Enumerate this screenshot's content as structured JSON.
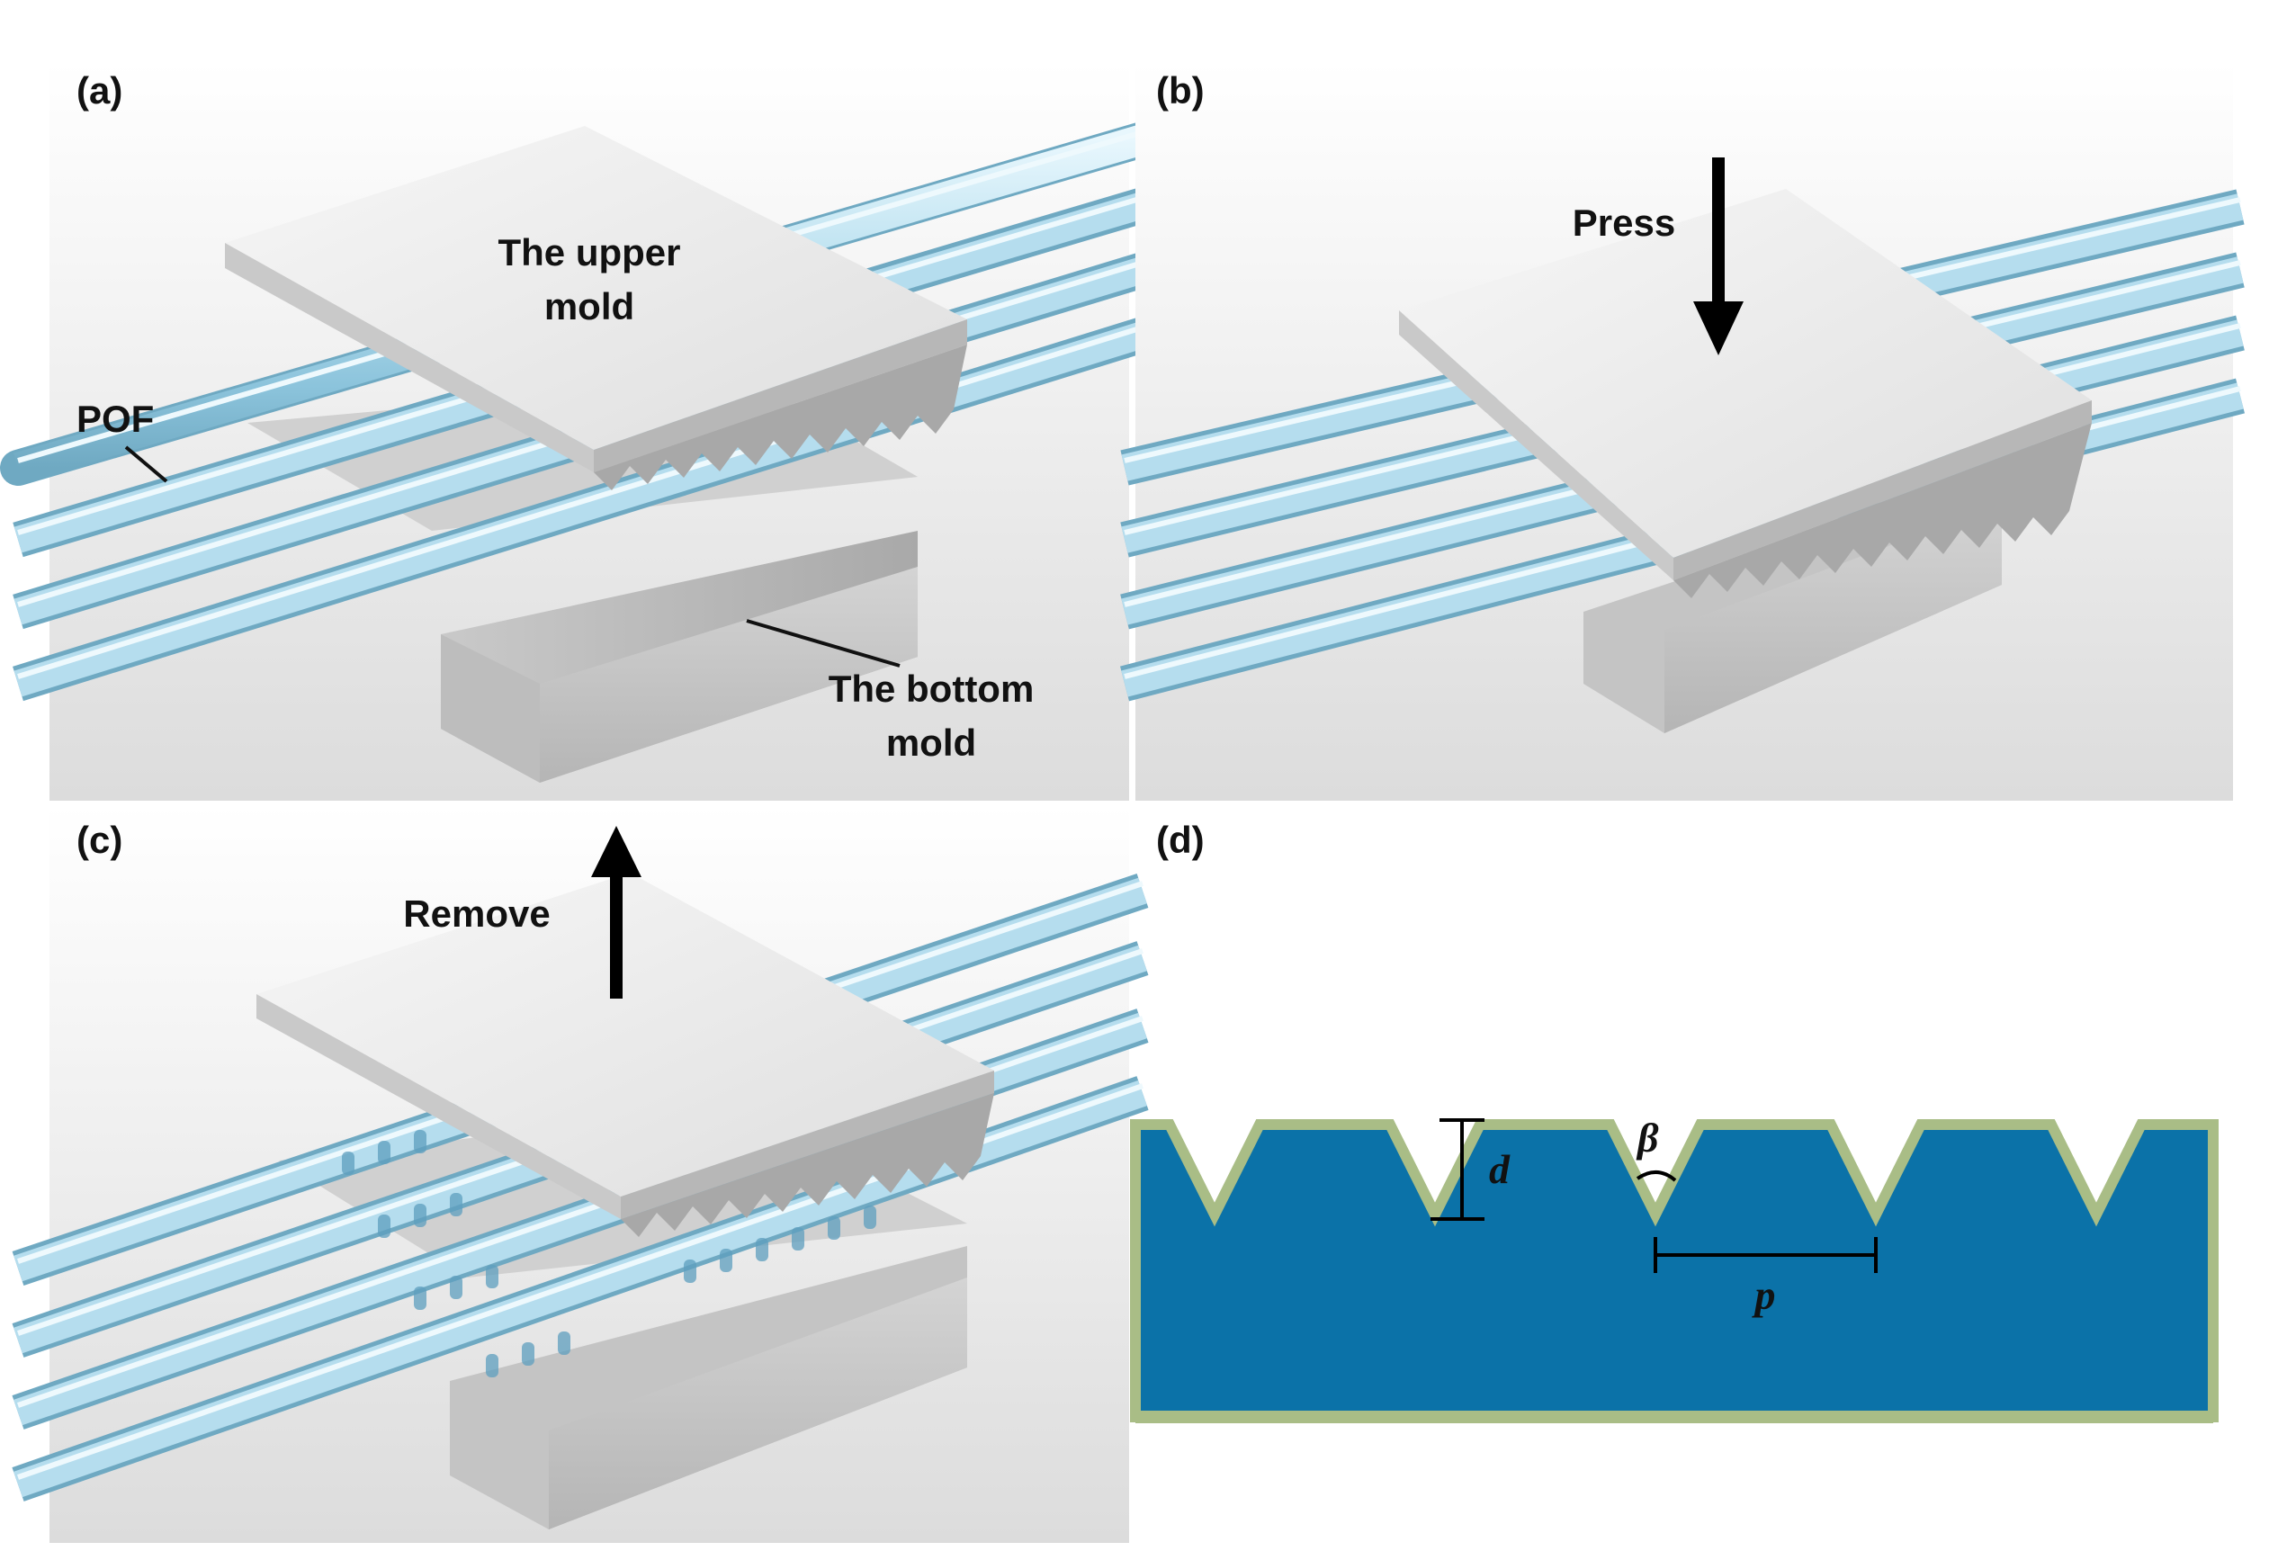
{
  "figure": {
    "panels": [
      {
        "label": "(a)",
        "callouts": [
          "The upper",
          "mold",
          "POF",
          "The bottom",
          "mold"
        ]
      },
      {
        "label": "(b)",
        "callouts": [
          "Press"
        ]
      },
      {
        "label": "(c)",
        "callouts": [
          "Remove"
        ]
      },
      {
        "label": "(d)",
        "symbols": [
          "d",
          "β",
          "p"
        ]
      }
    ],
    "colors": {
      "fiber": "#a9d6e8",
      "fiber_highlight": "#e6f6fc",
      "mold": "#e4e4e4",
      "mold_side": "#bdbdbd",
      "substrate": "#0b72a8",
      "coating": "#a9bd86"
    }
  }
}
